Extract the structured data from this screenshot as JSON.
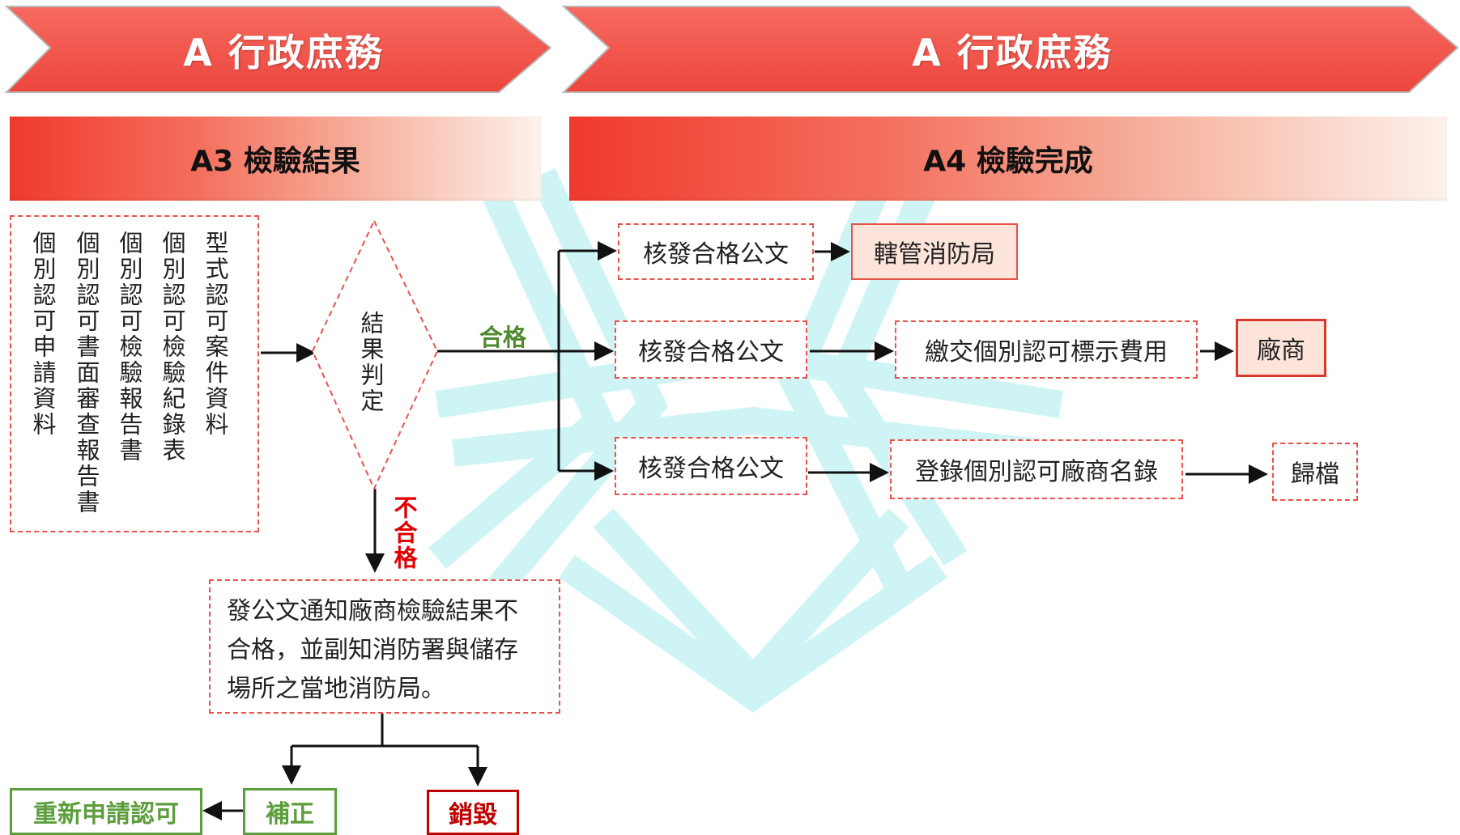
{
  "banners": {
    "left_title": "A 行政庶務",
    "right_title": "A 行政庶務"
  },
  "sections": {
    "a3_title": "A3 檢驗結果",
    "a4_title": "A4 檢驗完成"
  },
  "input_documents": [
    "個別認可申請資料",
    "個別認可書面審查報告書",
    "個別認可檢驗報告書",
    "個別認可檢驗紀錄表",
    "型式認可案件資料"
  ],
  "decision": {
    "label": "結果判定"
  },
  "branch_labels": {
    "pass": "合格",
    "fail": "不合格"
  },
  "pass_flows": [
    {
      "step1": "核發合格公文",
      "step2": "轄管消防局"
    },
    {
      "step1": "核發合格公文",
      "step2": "繳交個別認可標示費用",
      "step3": "廠商"
    },
    {
      "step1": "核發合格公文",
      "step2": "登錄個別認可廠商名錄",
      "step3": "歸檔"
    }
  ],
  "fail_flow": {
    "notice_lines": [
      "發公文通知廠商檢驗結果不",
      "合格，並副知消防署與儲存",
      "場所之當地消防局。"
    ],
    "correction": "補正",
    "reapply": "重新申請認可",
    "destroy": "銷毀"
  },
  "colors": {
    "banner_red": "#f25a50",
    "dashed_border": "#e8524a",
    "pass_green": "#4e8a2f",
    "fail_red": "#e00000",
    "watermark": "#c9f3f4"
  }
}
